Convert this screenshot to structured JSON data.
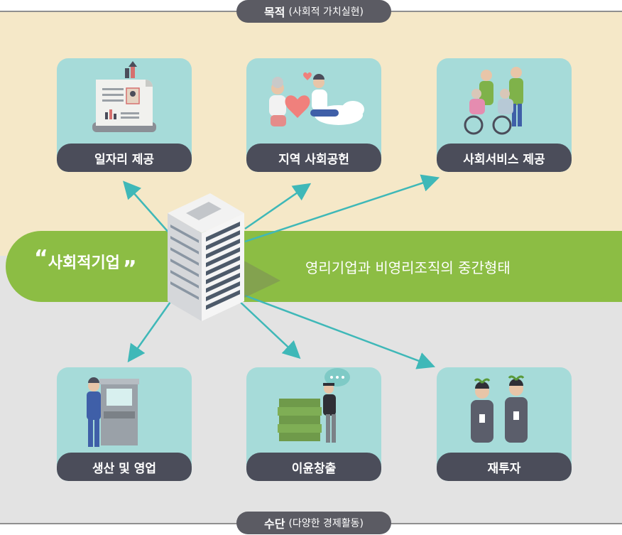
{
  "goal": {
    "strong": "목적",
    "sub": "(사회적 가치실현)"
  },
  "means": {
    "strong": "수단",
    "sub": "(다양한 경제활동)"
  },
  "band": {
    "title": "사회적기업",
    "open_quote": "“",
    "close_quote": "”",
    "description": "영리기업과 비영리조직의 중간형태"
  },
  "top_cards": [
    {
      "label": "일자리 제공",
      "icon": "job-document-icon"
    },
    {
      "label": "지역 사회공헌",
      "icon": "community-heart-icon"
    },
    {
      "label": "사회서비스 제공",
      "icon": "elderly-care-icon"
    }
  ],
  "bottom_cards": [
    {
      "label": "생산 및 영업",
      "icon": "factory-worker-icon"
    },
    {
      "label": "이윤창출",
      "icon": "money-stack-icon"
    },
    {
      "label": "재투자",
      "icon": "reinvest-people-icon"
    }
  ],
  "colors": {
    "goal_region": "#f5e8c8",
    "means_region": "#e3e3e3",
    "band": "#8cbd44",
    "card": "#a6dbd9",
    "label": "#4b4d5a",
    "arrow": "#3fb8b8"
  }
}
